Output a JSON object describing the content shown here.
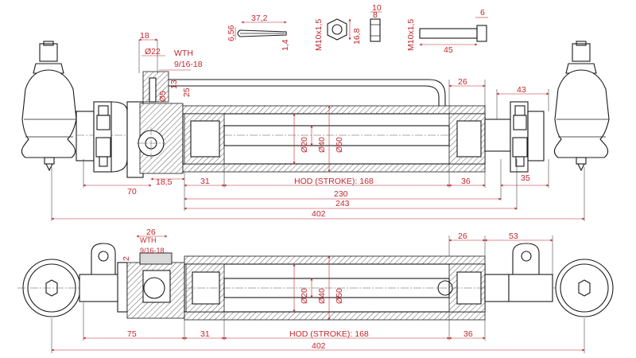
{
  "top_view": {
    "dims": {
      "d18": "18",
      "d22": "Ø22",
      "wth": "WTH",
      "wth_thread": "9/16-18",
      "d5": "Ø5",
      "d13": "13",
      "d25": "25",
      "d26": "26",
      "d43": "43",
      "d20": "Ø20",
      "d40": "Ø40",
      "d50": "Ø50",
      "d70": "70",
      "d18_5": "18,5",
      "d31": "31",
      "stroke": "HOD (STROKE): 168",
      "d36": "36",
      "d35": "35",
      "d230": "230",
      "d243": "243",
      "d402": "402"
    }
  },
  "parts": {
    "pin_len": "37,2",
    "pin_dia": "6,56",
    "pin_t": "1,4",
    "nut_thread": "M10x1,5",
    "nut_h": "16,8",
    "nut_w": "10",
    "nut_t": "8",
    "bolt_thread": "M10x1,5",
    "bolt_head": "6",
    "bolt_len": "45"
  },
  "bottom_view": {
    "dims": {
      "d26": "26",
      "wth": "WTH",
      "wth_thread": "9/16-18",
      "d2": "2",
      "d26r": "26",
      "d53": "53",
      "d20": "Ø20",
      "d40": "Ø40",
      "d50": "Ø50",
      "d75": "75",
      "d31": "31",
      "stroke": "HOD (STROKE): 168",
      "d36": "36",
      "d402": "402"
    }
  }
}
